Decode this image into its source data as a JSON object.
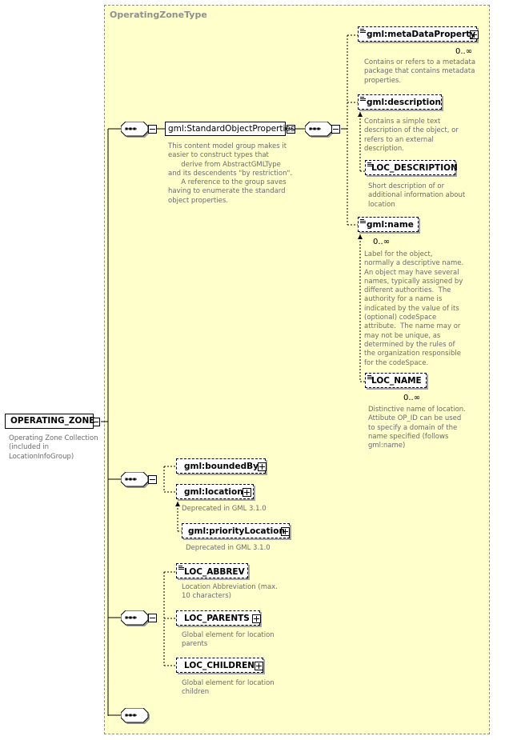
{
  "type_name": "OperatingZoneType",
  "root": {
    "name": "OPERATING_ZONE",
    "description": "Operating Zone Collection\n(included in\nLocationInfoGroup)"
  },
  "group": {
    "name": "gml:StandardObjectProperties",
    "description": "This content model group makes it\neasier to construct types that\n      derive from AbstractGMLType\nand its descendents \"by restriction\".\n      A reference to the group saves\nhaving to enumerate the standard\nobject properties."
  },
  "std_elements": [
    {
      "name": "gml:metaDataProperty",
      "multiplicity": "0..∞",
      "description": "Contains or refers to a metadata\npackage that contains metadata\nproperties."
    },
    {
      "name": "gml:description",
      "multiplicity": "",
      "description": "Contains a simple text\ndescription of the object, or\nrefers to an external\ndescription."
    },
    {
      "name": "LOC_DESCRIPTION",
      "multiplicity": "",
      "description": "Short description of or\nadditional information about\nlocation"
    },
    {
      "name": "gml:name",
      "multiplicity": "0..∞",
      "description": "Label for the object,\nnormally a descriptive name.\nAn object may have several\nnames, typically assigned by\ndifferent authorities.  The\nauthority for a name is\nindicated by the value of its\n(optional) codeSpace\nattribute.  The name may or\nmay not be unique, as\ndetermined by the rules of\nthe organization responsible\nfor the codeSpace."
    },
    {
      "name": "LOC_NAME",
      "multiplicity": "0..∞",
      "description": "Distinctive name of location.\nAttibute OP_ID can be used\nto specify a domain of the\nname specified (follows\ngml:name)"
    }
  ],
  "bounded_elements": [
    {
      "name": "gml:boundedBy",
      "description": ""
    },
    {
      "name": "gml:location",
      "description": "Deprecated in GML 3.1.0"
    },
    {
      "name": "gml:priorityLocation",
      "description": "Deprecated in GML 3.1.0"
    }
  ],
  "loc_elements": [
    {
      "name": "LOC_ABBREV",
      "description": "Location Abbreviation (max.\n10 characters)"
    },
    {
      "name": "LOC_PARENTS",
      "description": "Global element for location\nparents"
    },
    {
      "name": "LOC_CHILDREN",
      "description": "Global element for location\nchildren"
    }
  ],
  "icons": {
    "sequence": "sequence-compositor-icon",
    "collapse": "minus-box-icon",
    "expand": "plus-box-icon",
    "annotation": "documentation-lines-icon",
    "choice_marker": "choice-arrow-icon"
  },
  "colors": {
    "type_background": "#ffffcc",
    "type_border": "#8e8e8e",
    "description_text": "#6b6b6b"
  }
}
